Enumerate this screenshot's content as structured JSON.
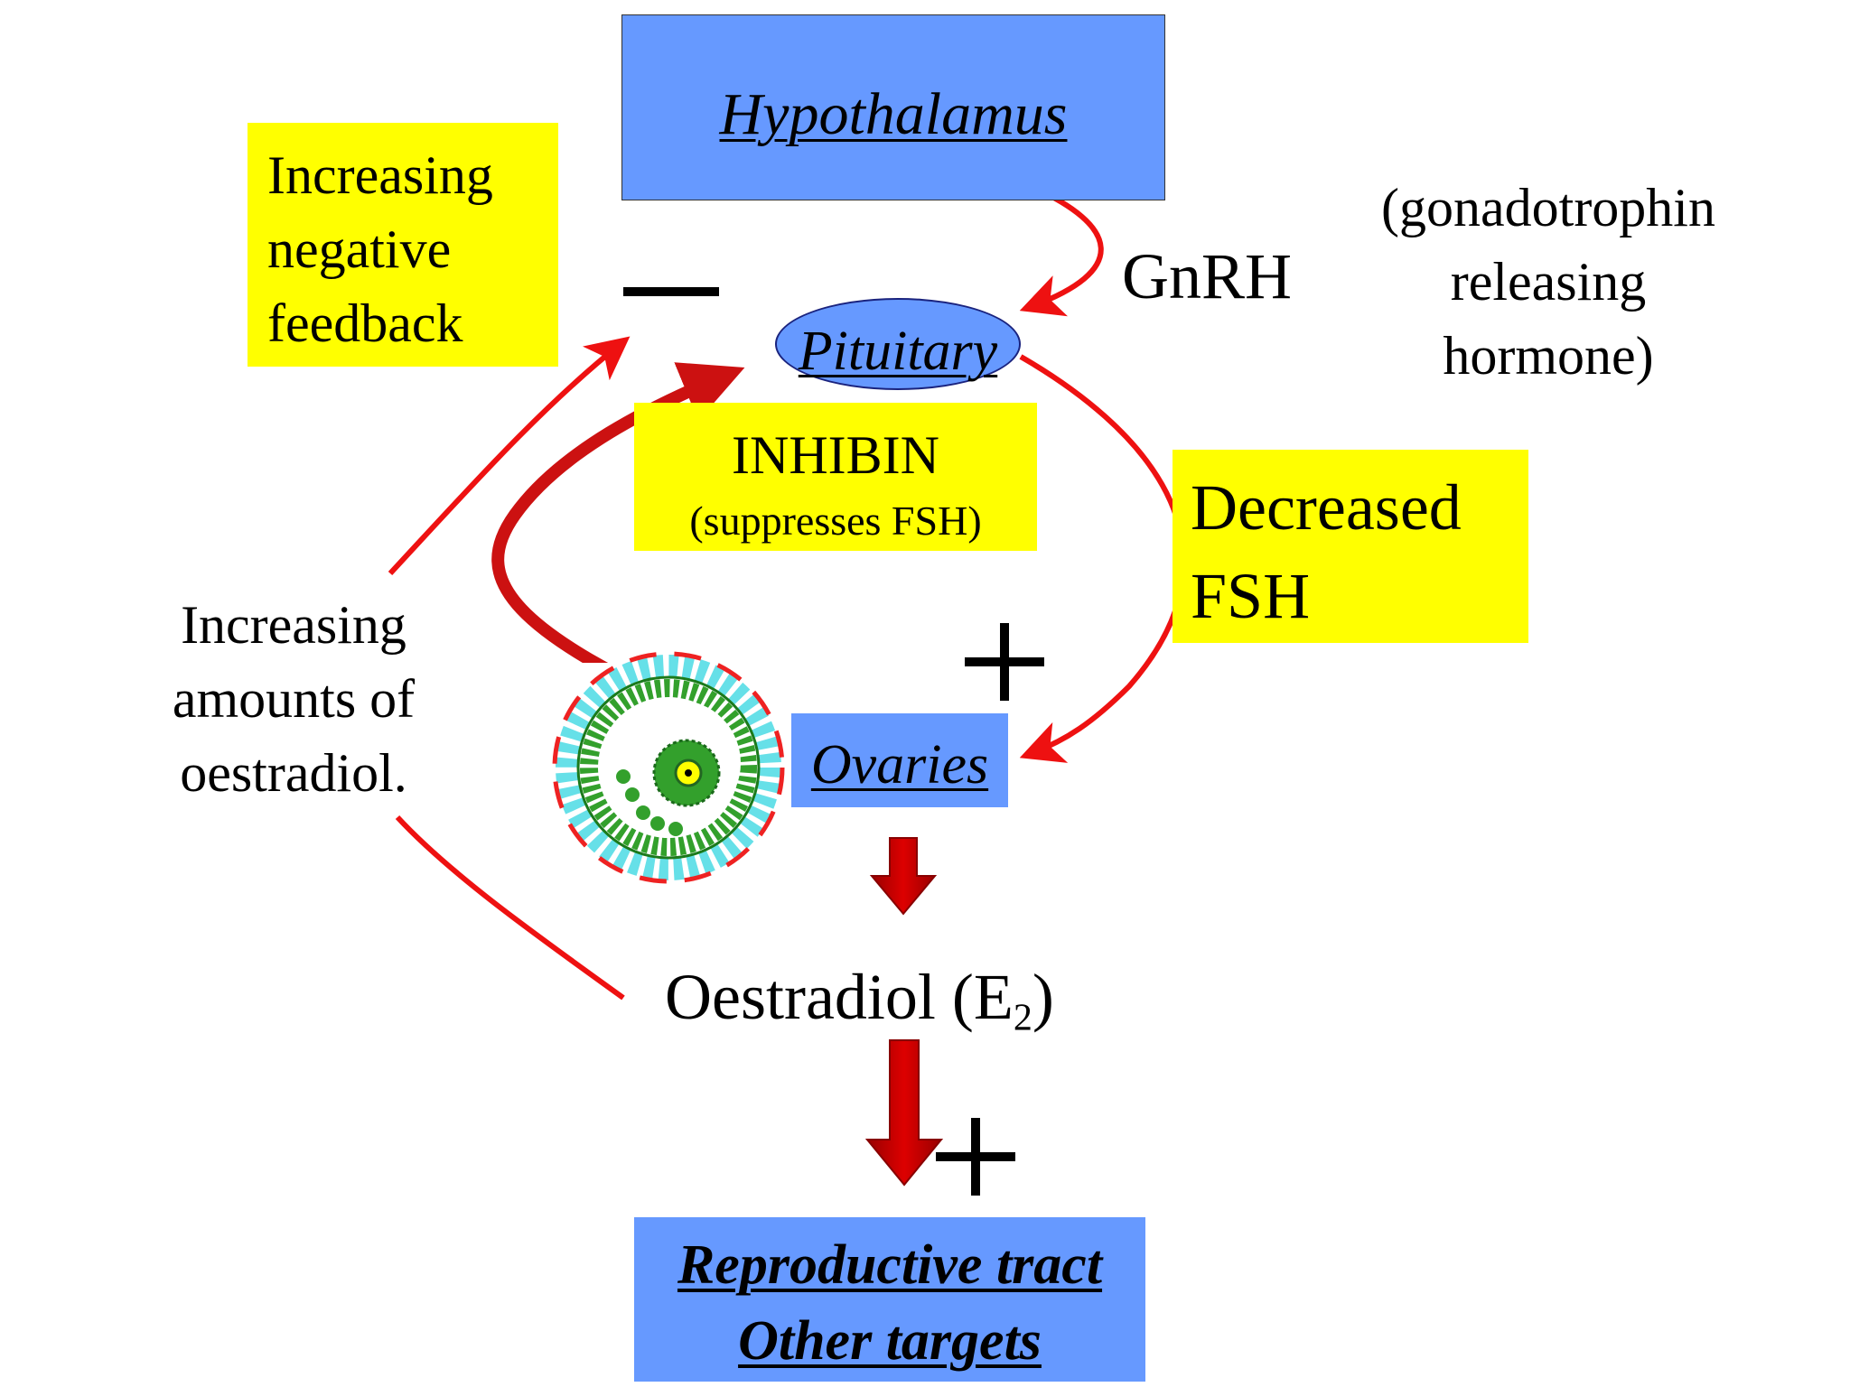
{
  "nodes": {
    "hypothalamus": "Hypothalamus",
    "pituitary": "Pituitary",
    "ovaries": "Ovaries",
    "target_line1": "Reproductive tract",
    "target_line2": "Other targets"
  },
  "labels": {
    "gnrh": "GnRH",
    "gnrh_full": [
      "(gonadotrophin",
      "releasing",
      "hormone)"
    ],
    "increasing_feedback": [
      "Increasing",
      "negative",
      "feedback"
    ],
    "inhibin_title": "INHIBIN",
    "inhibin_sub": "(suppresses FSH)",
    "decreased_fsh": [
      "Decreased",
      "FSH"
    ],
    "increasing_oestradiol": [
      "Increasing",
      "amounts of",
      "oestradiol."
    ],
    "oestradiol_main": "Oestradiol (E",
    "oestradiol_sub": "2",
    "oestradiol_close": ")"
  },
  "signs": {
    "minus": "—",
    "plus_ovaries": "+",
    "plus_targets": "+"
  },
  "colors": {
    "node_blue": "#6699ff",
    "highlight_yellow": "#ffff00",
    "arrow_red": "#ee1111",
    "block_arrow_red": "#cc0000",
    "follicle_green": "#33a02c",
    "follicle_cyan": "#66e0e8"
  }
}
